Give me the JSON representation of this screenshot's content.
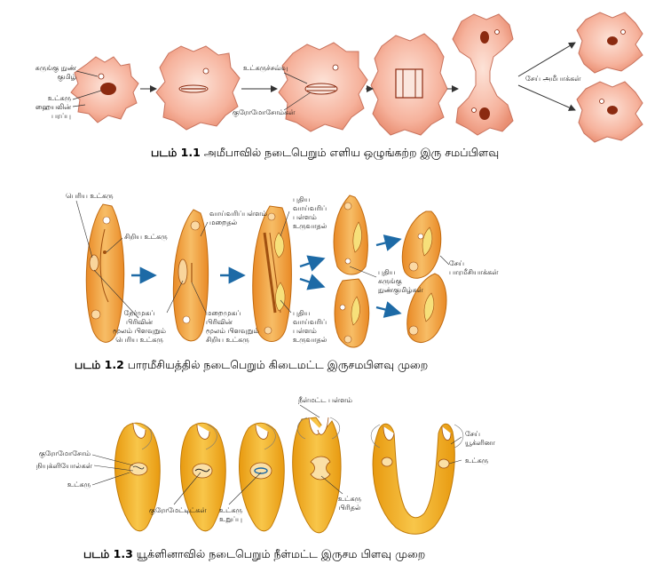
{
  "figure1": {
    "caption_num": "படம் 1.1",
    "caption_text": "அமீபாவில் நடைபெறும் எளிய ஒழுங்கற்ற இரு சமப்பிளவு",
    "labels": {
      "contractile_vacuole": "சுருங்கு நுண்\nகுமிழ்",
      "nucleus_membrane": "உட்கரு\nஹையலின்\nபரப்பு",
      "nuclear_division": "உட்கருச்சவ்வு",
      "chromosomes": "குரோமோசோம்கள்",
      "daughter_amoebae": "சேய் அமீபாக்கள்"
    }
  },
  "figure2": {
    "caption_num": "படம் 1.2",
    "caption_text": "பாரமீசியத்தில் நடைபெறும் கிடைமட்ட இருசமபிளவு முறை",
    "labels": {
      "macronucleus": "பெரிய உட்கரு",
      "micronucleus": "சிறிய உட்கரு",
      "oral_groove_disappears": "வாய்வரிப்பள்ளம்\nமறைதல்",
      "new_oral_groove_top": "புதிய\nவாய்வரிப்\nபள்ளம்\nஉருவாதல்",
      "daughter_paramecia": "சேய்\nபாரமீசியாக்கள்",
      "new_contractile_vacuoles": "புதிய\nசுருங்கு\nநுண்குமிழ்கள்",
      "amitosis_macro": "நேர்முகப்\nபிரிவின்\nமூலம் பிளவுறும்\nபெரிய உட்கரு",
      "mitosis_micro": "மறைமுகப்\nபிரிவின்\nமூலம் பிளவுறும்\nசிறிய உட்கரு",
      "new_oral_groove_bottom": "புதிய\nவாய்வரிப்\nபள்ளம்\nஉருவாதல்"
    }
  },
  "figure3": {
    "caption_num": "படம் 1.3",
    "caption_text": "யூக்ளினாவில் நடைபெறும் நீள்மட்ட இருசம பிளவு முறை",
    "labels": {
      "longitudinal_groove": "நீள்மட்ட பள்ளம்",
      "chromosome": "குரோமோசோம்",
      "nucleoli": "நியுக்ளியோல்கள்",
      "nucleus": "உட்கரு",
      "chromatids": "குரோமேட்டிட்கள்",
      "nucleus_pinching": "உட்கரு\nஉறுப்பு",
      "nucleus_divides": "உட்கரு\nபிரிதல்",
      "daughter_euglena": "சேய்\nயூக்ளினா",
      "nucleus_right": "உட்கரு"
    }
  },
  "colors": {
    "amoeba_fill": "#f6b29c",
    "amoeba_edge": "#c9735d",
    "paramecium_fill": "#f2a23c",
    "euglena_fill": "#f3b32a",
    "arrow_blue": "#1d6aa6",
    "nucleus_brown": "#8b2a10"
  }
}
